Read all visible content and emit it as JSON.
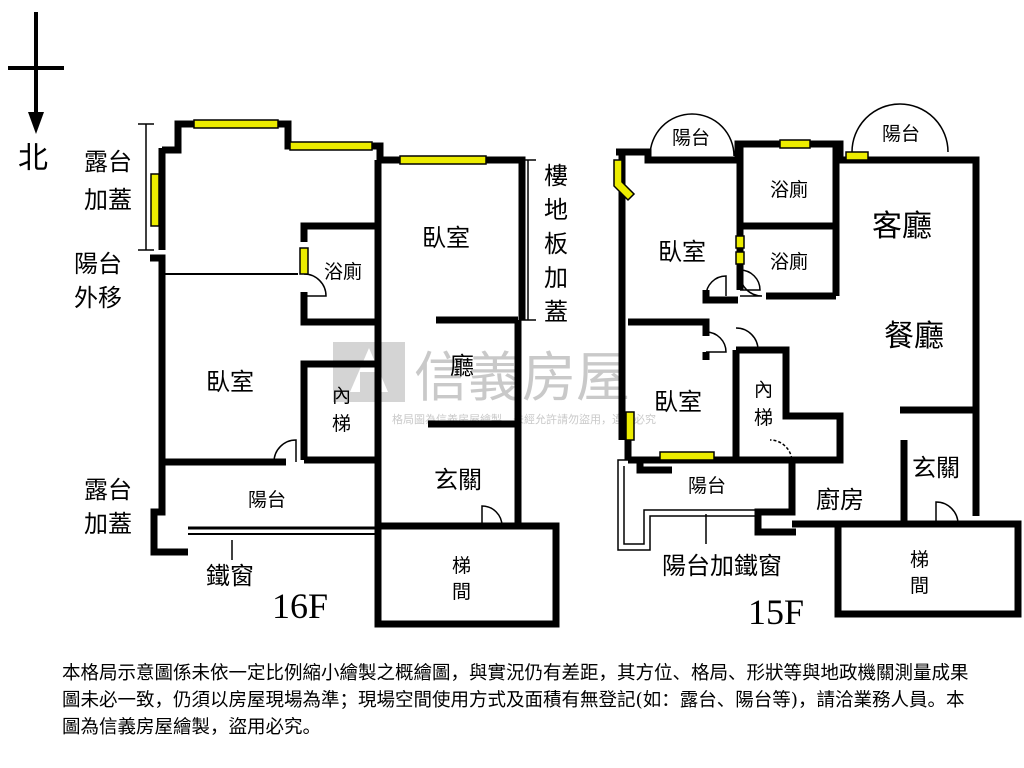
{
  "compass": {
    "north_label": "北"
  },
  "floor16": {
    "floor_label": "16F",
    "rooms": {
      "bedroom_top": "臥室",
      "bathroom": "浴廁",
      "bedroom_left": "臥室",
      "hall": "廳",
      "inner_stair_1": "內",
      "inner_stair_2": "梯",
      "foyer": "玄關",
      "balcony": "陽台",
      "stairwell_1": "梯",
      "stairwell_2": "間"
    },
    "notes": {
      "terrace_top_1": "露台",
      "terrace_top_2": "加蓋",
      "balcony_move_1": "陽台",
      "balcony_move_2": "外移",
      "terrace_bottom_1": "露台",
      "terrace_bottom_2": "加蓋",
      "iron_window": "鐵窗",
      "floor_slab": [
        "樓",
        "地",
        "板",
        "加",
        "蓋"
      ]
    }
  },
  "floor15": {
    "floor_label": "15F",
    "rooms": {
      "balcony_top_left": "陽台",
      "balcony_top_right": "陽台",
      "bathroom_top": "浴廁",
      "bathroom_mid": "浴廁",
      "living_room": "客廳",
      "dining_room": "餐廳",
      "bedroom_top": "臥室",
      "bedroom_bottom": "臥室",
      "inner_stair_1": "內",
      "inner_stair_2": "梯",
      "foyer": "玄關",
      "kitchen": "廚房",
      "balcony_bottom": "陽台",
      "stairwell_1": "梯",
      "stairwell_2": "間"
    },
    "notes": {
      "balcony_iron_window": "陽台加鐵窗"
    }
  },
  "watermark": {
    "brand": "信義房屋",
    "small_text": "格局圖為信義房屋繪製，未經允許請勿盜用，違者必究"
  },
  "disclaimer": "本格局示意圖係未依一定比例縮小繪製之概繪圖，與實況仍有差距，其方位、格局、形狀等與地政機關測量成果圖未必一致，仍須以房屋現場為準；現場空間使用方式及面積有無登記(如：露台、陽台等)，請洽業務人員。本圖為信義房屋繪製，盜用必究。",
  "colors": {
    "wall": "#000000",
    "window": "#ecec00",
    "watermark": "#c9c9c9"
  }
}
